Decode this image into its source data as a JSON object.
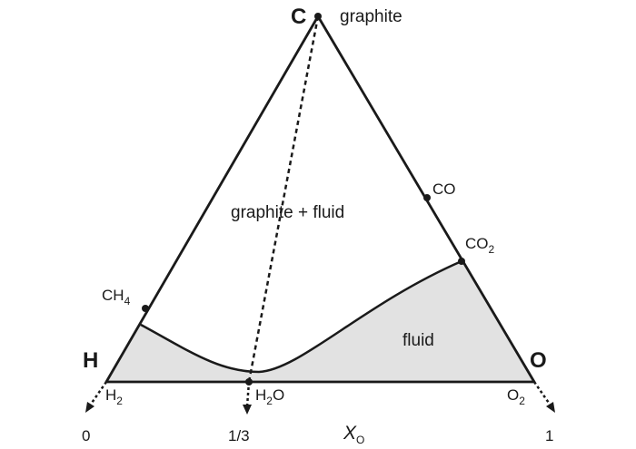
{
  "diagram": {
    "vertices": {
      "carbon": {
        "symbol": "C",
        "phase_label": "graphite"
      },
      "hydrogen": {
        "symbol": "H"
      },
      "oxygen": {
        "symbol": "O"
      }
    },
    "regions": {
      "upper": "graphite + fluid",
      "lower": "fluid"
    },
    "species": {
      "ch4": {
        "main": "CH",
        "sub": "4"
      },
      "co": {
        "main": "CO"
      },
      "co2": {
        "main": "CO",
        "sub": "2"
      },
      "h2": {
        "main": "H",
        "sub": "2"
      },
      "h2o": {
        "main": "H",
        "sub": "2",
        "tail": "O"
      },
      "o2": {
        "main": "O",
        "sub": "2"
      }
    },
    "axis": {
      "variable": "X",
      "variable_sub": "O",
      "ticks": [
        "0",
        "1/3",
        "1"
      ]
    },
    "colors": {
      "fluid_fill": "#e2e2e2",
      "line": "#1a1a1a"
    }
  }
}
